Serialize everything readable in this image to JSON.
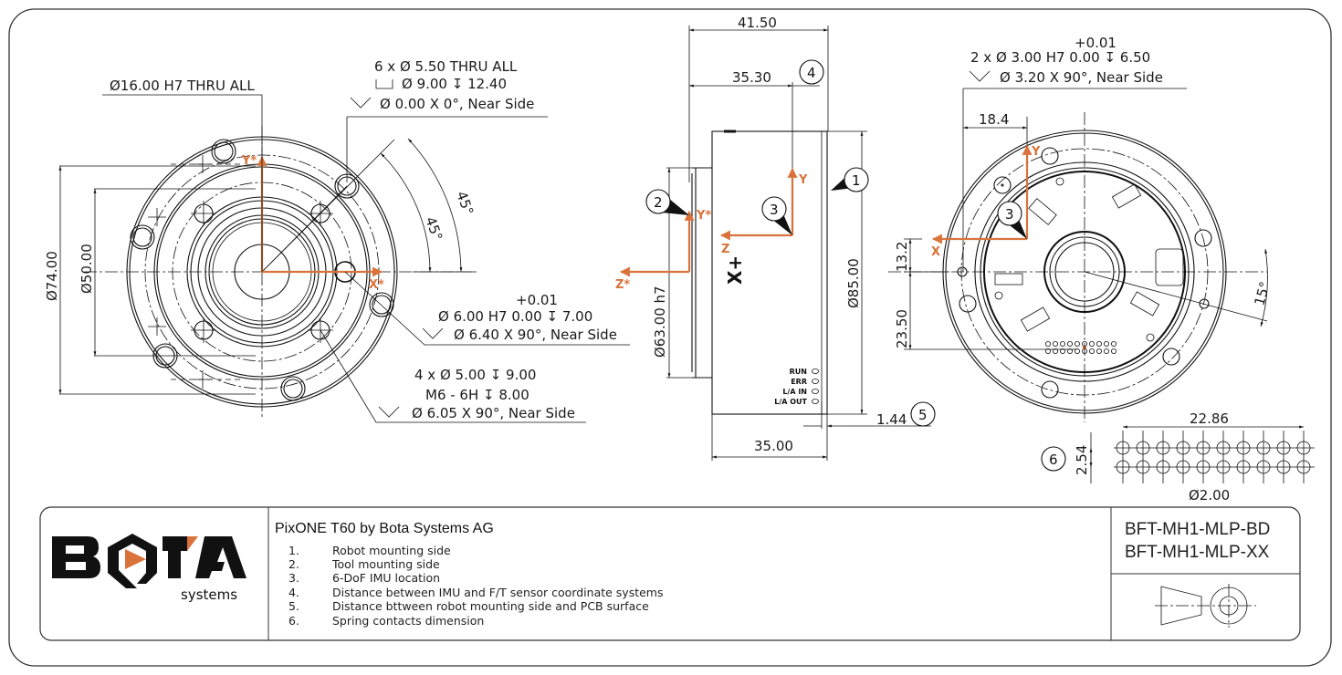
{
  "drawing": {
    "accent_color": "#d9733b",
    "front_view": {
      "callout_bore": "Ø16.00 H7 THRU ALL",
      "callout_6x": [
        "6 x Ø 5.50 THRU ALL",
        "Ø 9.00 ↧ 12.40",
        "Ø 0.00 X 0°, Near Side"
      ],
      "angle_outer": "45°",
      "angle_inner": "45°",
      "dia_74": "Ø74.00",
      "dia_50": "Ø50.00",
      "callout_pin_tol": "+0.01",
      "callout_pin": [
        "Ø 6.00 H7   0.00 ↧ 7.00",
        "Ø 6.40 X 90°, Near Side"
      ],
      "callout_4x": [
        "4 x Ø 5.00 ↧ 9.00",
        "M6 - 6H ↧ 8.00",
        "Ø 6.05 X 90°, Near Side"
      ],
      "axis_x": "X*",
      "axis_y": "Y*"
    },
    "side_view": {
      "dim_41_50": "41.50",
      "dim_35_30": "35.30",
      "dim_35_00": "35.00",
      "dim_1_44": "1.44",
      "dia_85": "Ø85.00",
      "dia_63": "Ø63.00 h7",
      "axis_z_star": "Z*",
      "axis_y_star": "Y*",
      "axis_z": "Z",
      "axis_y": "Y",
      "axis_x_label": "X+",
      "leds": [
        "RUN",
        "ERR",
        "L/A IN",
        "L/A OUT"
      ]
    },
    "back_view": {
      "callout_tol": "+0.01",
      "callout": [
        "2 x Ø 3.00 H7   0.00 ↧ 6.50",
        "Ø 3.20 X 90°, Near Side"
      ],
      "dim_18_4": "18.4",
      "dim_13_2": "13.2",
      "dim_23_50": "23.50",
      "angle_15": "15°",
      "axis_x": "X",
      "axis_y": "Y"
    },
    "spring_contacts": {
      "dim_width": "22.86",
      "dim_pitch": "2.54",
      "dim_dia": "Ø2.00",
      "rows": 2,
      "cols": 10
    },
    "balloons": [
      "1",
      "2",
      "3",
      "4",
      "5",
      "6"
    ]
  },
  "title_block": {
    "logo_text": "BOTA",
    "logo_sub": "systems",
    "title": "PixONE T60 by Bota Systems AG",
    "notes": [
      {
        "num": "1.",
        "text": "Robot mounting side"
      },
      {
        "num": "2.",
        "text": "Tool mounting side"
      },
      {
        "num": "3.",
        "text": "6-DoF IMU location"
      },
      {
        "num": "4.",
        "text": "Distance between IMU and F/T sensor coordinate systems"
      },
      {
        "num": "5.",
        "text": "Distance bttween robot mounting side and PCB surface"
      },
      {
        "num": "6.",
        "text": "Spring contacts dimension"
      }
    ],
    "part_numbers": [
      "BFT-MH1-MLP-BD",
      "BFT-MH1-MLP-XX"
    ],
    "projection_symbol": "third-angle-projection-icon"
  }
}
